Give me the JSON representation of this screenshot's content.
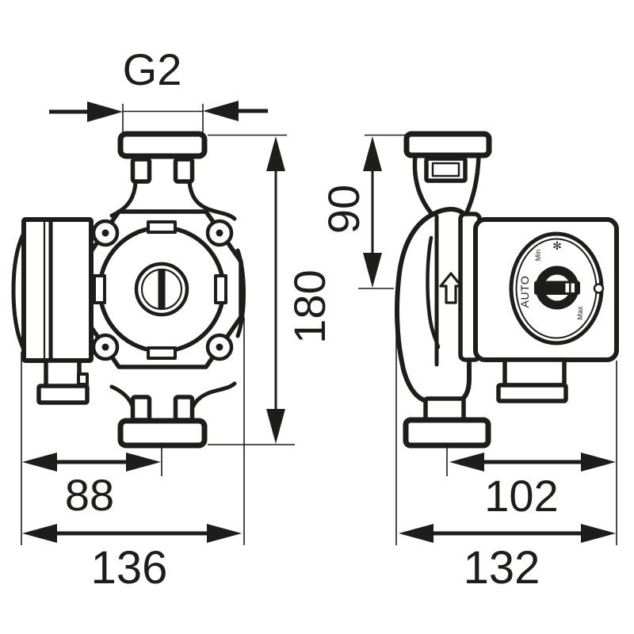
{
  "dims": {
    "thread": "G2",
    "total_height": "180",
    "flange_to_axis": "90",
    "left_to_center": "88",
    "front_total_width": "136",
    "center_to_panel": "102",
    "side_total_depth": "132"
  },
  "panel": {
    "auto": "AUTO",
    "min": "Min",
    "max": "Max",
    "frost_icon": "✻"
  },
  "colors": {
    "ink": "#1d1d1b",
    "paper": "#ffffff"
  }
}
